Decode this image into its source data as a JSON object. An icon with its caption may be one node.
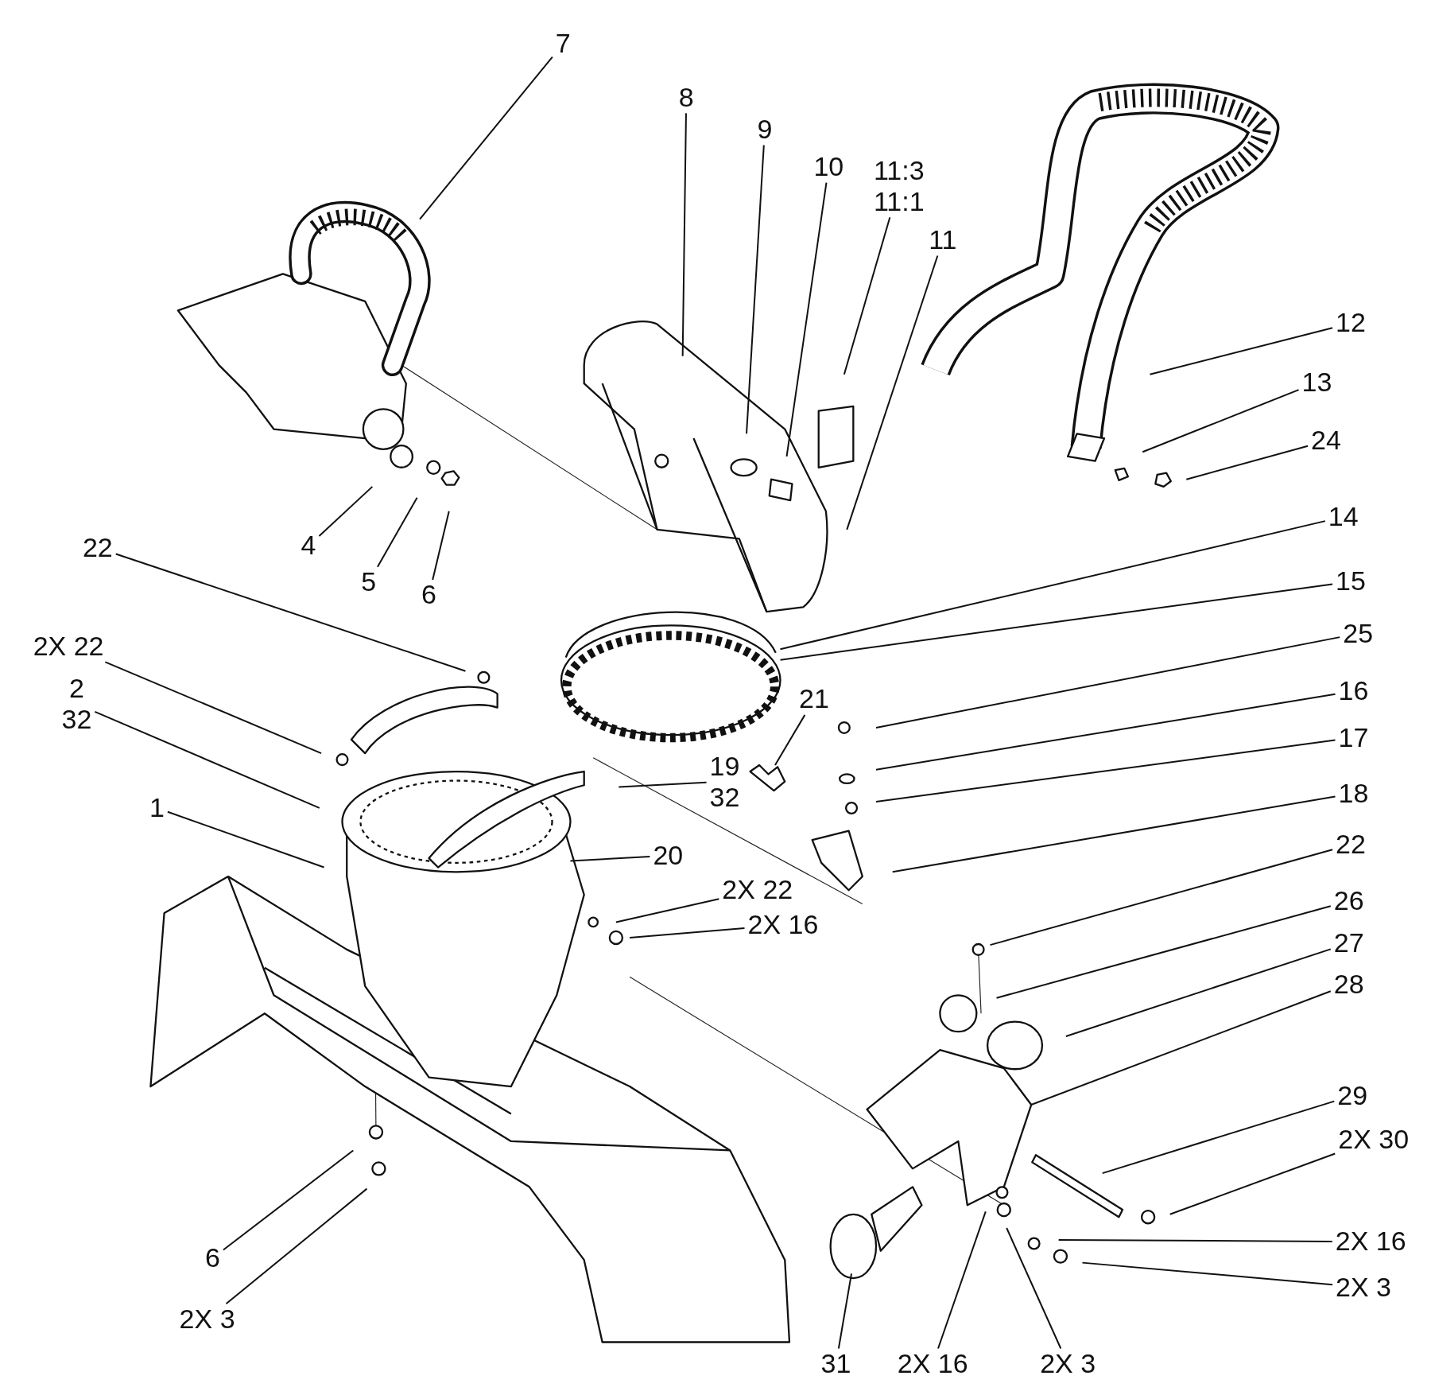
{
  "diagram": {
    "nodes": [
      {
        "text": [
          "7"
        ]
      },
      {
        "text": [
          "8"
        ]
      },
      {
        "text": [
          "9"
        ]
      },
      {
        "text": [
          "10"
        ]
      },
      {
        "text": [
          "11:3",
          "11:1"
        ]
      },
      {
        "text": [
          "11"
        ]
      },
      {
        "text": [
          "12"
        ]
      },
      {
        "text": [
          "13"
        ]
      },
      {
        "text": [
          "24"
        ]
      },
      {
        "text": [
          "4"
        ]
      },
      {
        "text": [
          "5"
        ]
      },
      {
        "text": [
          "6"
        ]
      },
      {
        "text": [
          "14"
        ]
      },
      {
        "text": [
          "22"
        ]
      },
      {
        "text": [
          "15"
        ]
      },
      {
        "text": [
          "25"
        ]
      },
      {
        "text": [
          "2X 22"
        ]
      },
      {
        "text": [
          "2",
          "32"
        ]
      },
      {
        "text": [
          "16"
        ]
      },
      {
        "text": [
          "21"
        ]
      },
      {
        "text": [
          "17"
        ]
      },
      {
        "text": [
          "19",
          "32"
        ]
      },
      {
        "text": [
          "1"
        ]
      },
      {
        "text": [
          "18"
        ]
      },
      {
        "text": [
          "20"
        ]
      },
      {
        "text": [
          "22"
        ]
      },
      {
        "text": [
          "2X 22"
        ]
      },
      {
        "text": [
          "2X 16"
        ]
      },
      {
        "text": [
          "26"
        ]
      },
      {
        "text": [
          "27"
        ]
      },
      {
        "text": [
          "28"
        ]
      },
      {
        "text": [
          "29"
        ]
      },
      {
        "text": [
          "2X 30"
        ]
      },
      {
        "text": [
          "2X 16"
        ]
      },
      {
        "text": [
          "2X 3"
        ]
      },
      {
        "text": [
          "6"
        ]
      },
      {
        "text": [
          "2X 3"
        ]
      },
      {
        "text": [
          "31"
        ]
      },
      {
        "text": [
          "2X 16"
        ]
      },
      {
        "text": [
          "2X 3"
        ]
      },
      {
        "text": [],
        "shape": "picture"
      },
      {
        "text": [],
        "shape": "picture"
      }
    ],
    "edges": [
      {
        "from": 0,
        "to": null,
        "arrow": "none"
      },
      {
        "from": 1,
        "to": null,
        "arrow": "none"
      },
      {
        "from": 2,
        "to": null,
        "arrow": "none"
      },
      {
        "from": 3,
        "to": null,
        "arrow": "none"
      },
      {
        "from": 4,
        "to": null,
        "arrow": "none"
      },
      {
        "from": 5,
        "to": null,
        "arrow": "none"
      },
      {
        "from": 6,
        "to": null,
        "arrow": "none"
      },
      {
        "from": 7,
        "to": null,
        "arrow": "none"
      },
      {
        "from": 8,
        "to": null,
        "arrow": "none"
      },
      {
        "from": 9,
        "to": null,
        "arrow": "none"
      },
      {
        "from": 10,
        "to": null,
        "arrow": "none"
      },
      {
        "from": 11,
        "to": null,
        "arrow": "none"
      },
      {
        "from": 12,
        "to": 40,
        "arrow": "none"
      },
      {
        "from": 13,
        "to": null,
        "arrow": "none"
      },
      {
        "from": 14,
        "to": 40,
        "arrow": "none"
      },
      {
        "from": 15,
        "to": null,
        "arrow": "none"
      },
      {
        "from": 16,
        "to": null,
        "arrow": "none"
      },
      {
        "from": 17,
        "to": null,
        "arrow": "none"
      },
      {
        "from": 18,
        "to": null,
        "arrow": "none"
      },
      {
        "from": 19,
        "to": 41,
        "arrow": "none"
      },
      {
        "from": 20,
        "to": null,
        "arrow": "none"
      },
      {
        "from": 21,
        "to": null,
        "arrow": "none"
      },
      {
        "from": 22,
        "to": null,
        "arrow": "none"
      },
      {
        "from": 23,
        "to": null,
        "arrow": "none"
      },
      {
        "from": 24,
        "to": null,
        "arrow": "none"
      },
      {
        "from": 25,
        "to": null,
        "arrow": "none"
      },
      {
        "from": 26,
        "to": null,
        "arrow": "none"
      },
      {
        "from": 27,
        "to": null,
        "arrow": "none"
      },
      {
        "from": 28,
        "to": null,
        "arrow": "none"
      },
      {
        "from": 29,
        "to": null,
        "arrow": "none"
      },
      {
        "from": 30,
        "to": null,
        "arrow": "none"
      },
      {
        "from": 31,
        "to": null,
        "arrow": "none"
      },
      {
        "from": 32,
        "to": null,
        "arrow": "none"
      },
      {
        "from": 33,
        "to": null,
        "arrow": "none"
      },
      {
        "from": 34,
        "to": null,
        "arrow": "none"
      },
      {
        "from": 35,
        "to": null,
        "arrow": "none"
      },
      {
        "from": 36,
        "to": null,
        "arrow": "none"
      },
      {
        "from": 37,
        "to": null,
        "arrow": "none"
      },
      {
        "from": 38,
        "to": null,
        "arrow": "none"
      },
      {
        "from": 39,
        "to": null,
        "arrow": "none"
      }
    ]
  }
}
